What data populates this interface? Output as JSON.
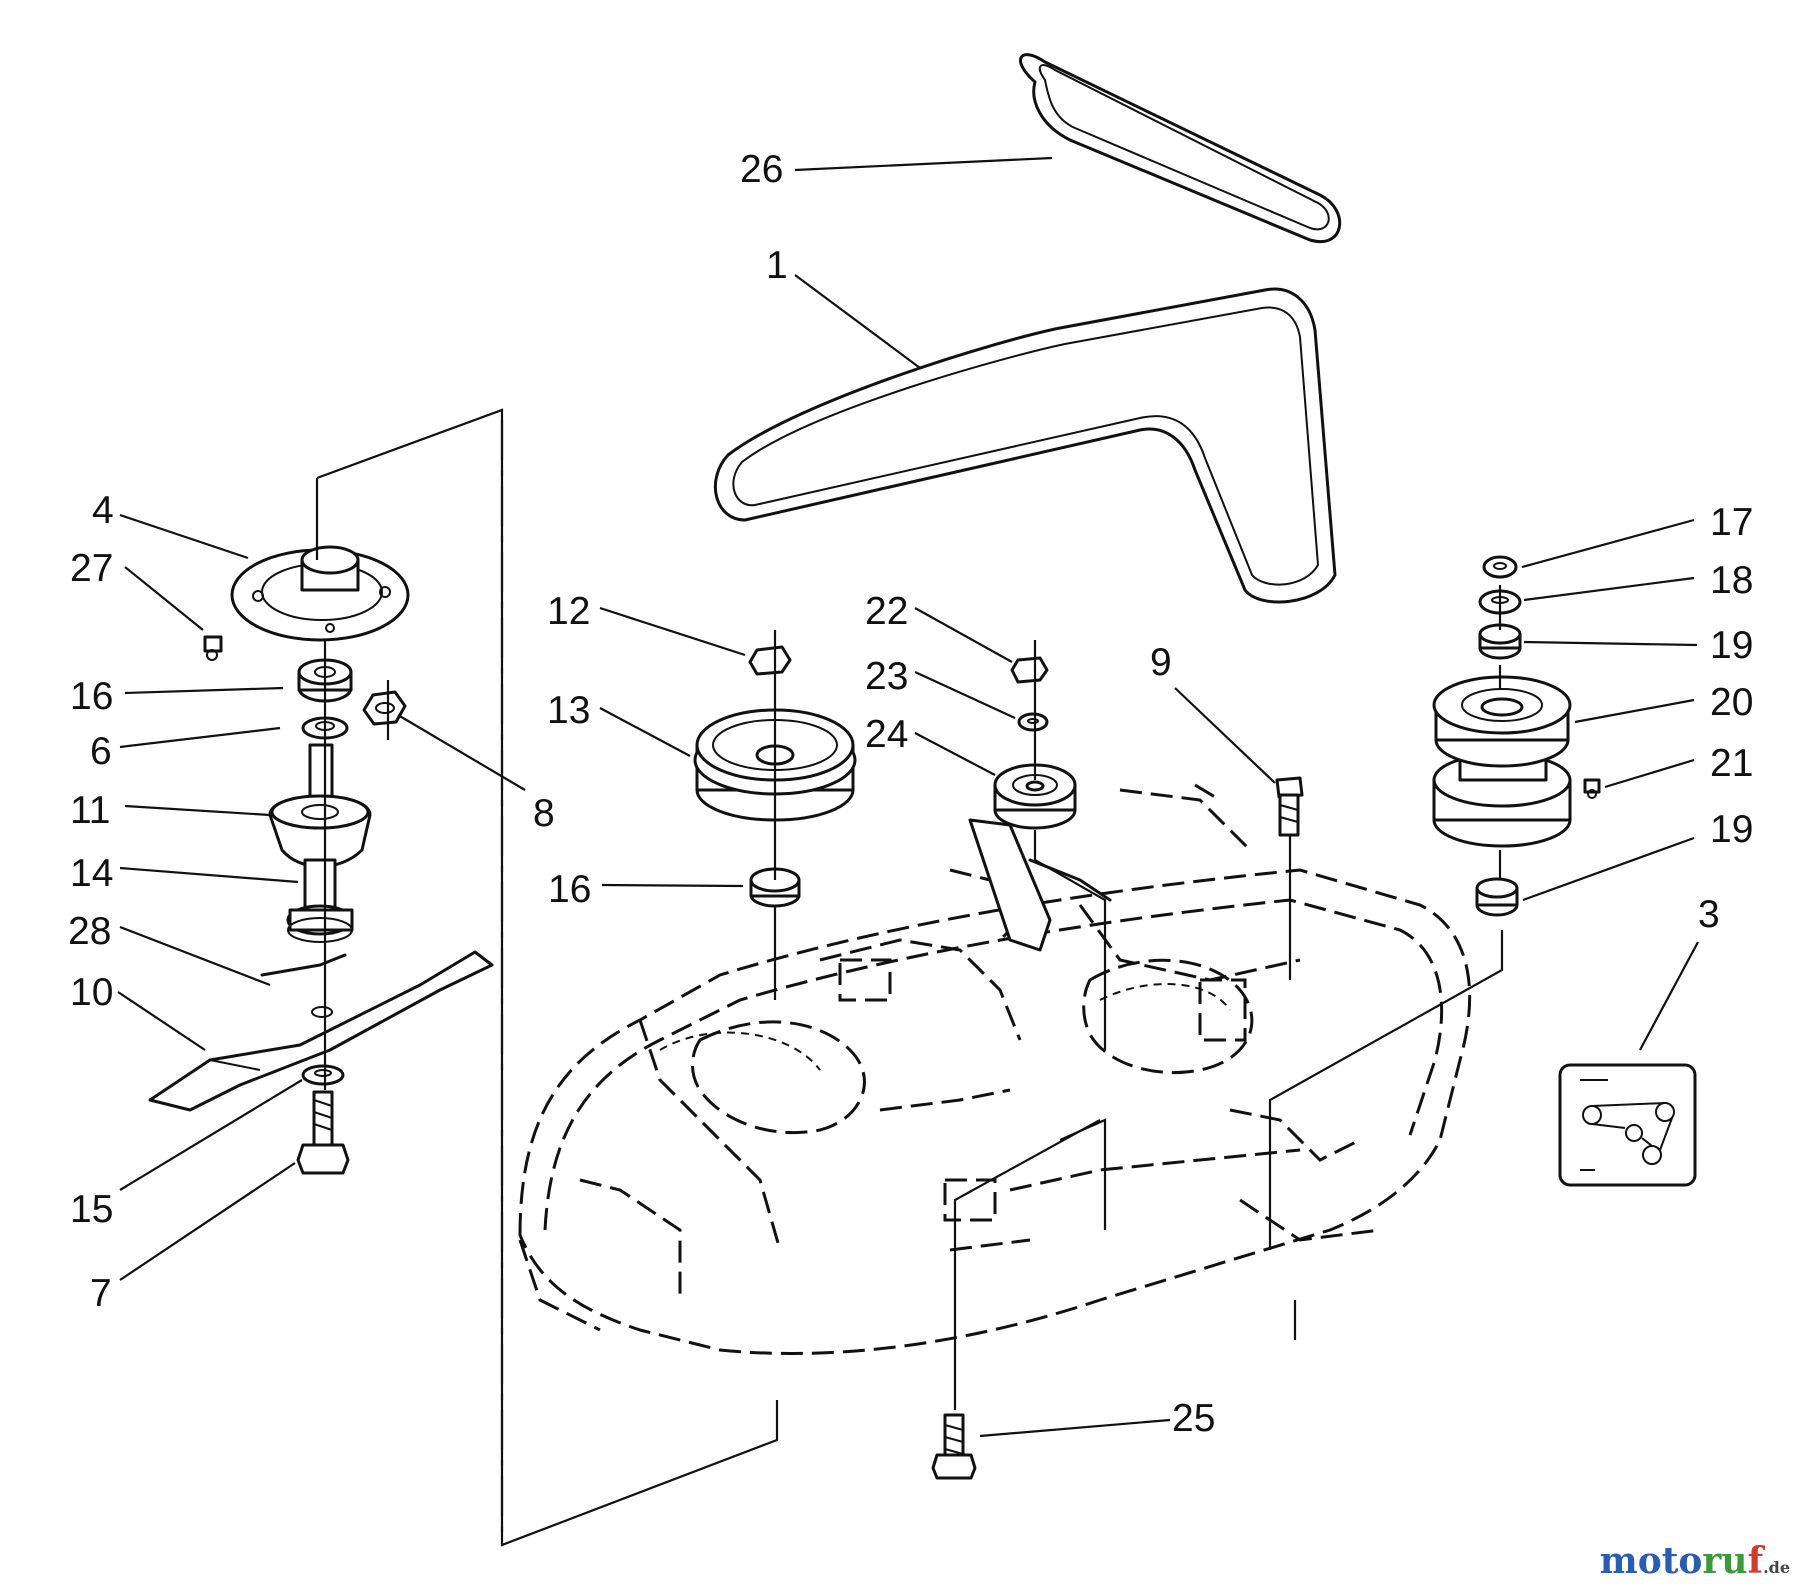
{
  "callouts": [
    {
      "id": "c26",
      "label": "26"
    },
    {
      "id": "c1",
      "label": "1"
    },
    {
      "id": "c4",
      "label": "4"
    },
    {
      "id": "c27",
      "label": "27"
    },
    {
      "id": "c16a",
      "label": "16"
    },
    {
      "id": "c6",
      "label": "6"
    },
    {
      "id": "c8",
      "label": "8"
    },
    {
      "id": "c11",
      "label": "11"
    },
    {
      "id": "c14",
      "label": "14"
    },
    {
      "id": "c28",
      "label": "28"
    },
    {
      "id": "c10",
      "label": "10"
    },
    {
      "id": "c15",
      "label": "15"
    },
    {
      "id": "c7",
      "label": "7"
    },
    {
      "id": "c12",
      "label": "12"
    },
    {
      "id": "c13",
      "label": "13"
    },
    {
      "id": "c16b",
      "label": "16"
    },
    {
      "id": "c22",
      "label": "22"
    },
    {
      "id": "c23",
      "label": "23"
    },
    {
      "id": "c24",
      "label": "24"
    },
    {
      "id": "c9",
      "label": "9"
    },
    {
      "id": "c17",
      "label": "17"
    },
    {
      "id": "c18",
      "label": "18"
    },
    {
      "id": "c19a",
      "label": "19"
    },
    {
      "id": "c20",
      "label": "20"
    },
    {
      "id": "c21",
      "label": "21"
    },
    {
      "id": "c19b",
      "label": "19"
    },
    {
      "id": "c3",
      "label": "3"
    },
    {
      "id": "c25",
      "label": "25"
    }
  ],
  "watermark": {
    "part1": "moto",
    "part2": "ru",
    "part3": "f",
    "part4": ".de"
  }
}
